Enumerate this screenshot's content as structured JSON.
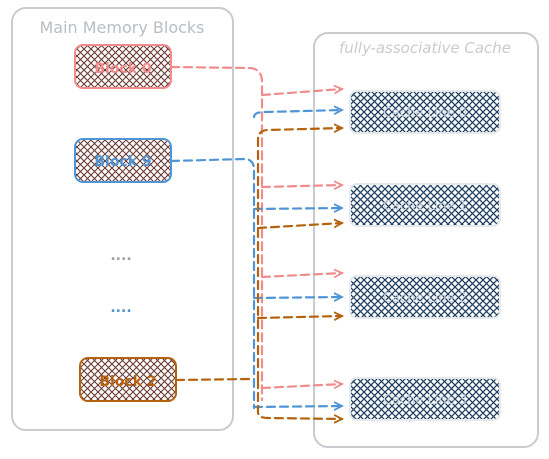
{
  "panels": {
    "memory_title": "Main Memory Blocks",
    "cache_title": "fully-associative Cache"
  },
  "memory_blocks": [
    {
      "label": "Block 0",
      "color": "#f08c8c"
    },
    {
      "label": "Block 9",
      "color": "#4f95d6"
    },
    {
      "label": "Block 2",
      "color": "#b5620f"
    }
  ],
  "ellipses": [
    {
      "text": "....",
      "color": "#9aa1a8"
    },
    {
      "text": "....",
      "color": "#4f95d6"
    }
  ],
  "cache_lines": [
    {
      "label": "Cache Line 0"
    },
    {
      "label": "Cache Line 1"
    },
    {
      "label": "Cache Line 2"
    },
    {
      "label": "Cache Line 3"
    }
  ],
  "colors": {
    "panel_border": "#c8ccd0",
    "panel_title": "#b8bec4",
    "cache_hatch": "#1e3f63",
    "cache_label": "#d0d6dc",
    "block_hatch": "#6b3a34"
  }
}
